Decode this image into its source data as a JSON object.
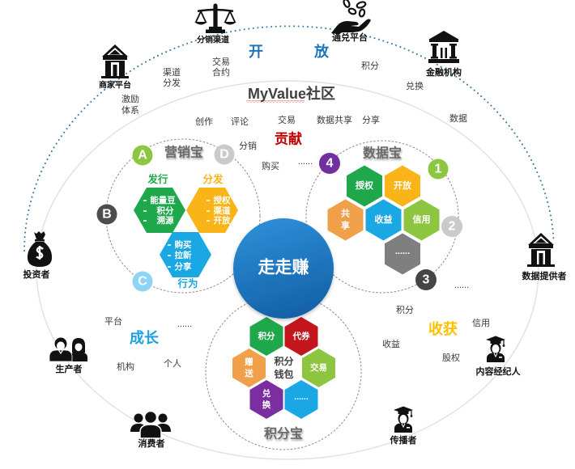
{
  "community": {
    "title": "MyValue社区",
    "core": "走走赚"
  },
  "colors": {
    "open": "#1c75bc",
    "contribution": "#c00000",
    "growth": "#1ba1e2",
    "harvest": "#ffc000",
    "dotted_ring": "#3c78a8"
  },
  "open": {
    "left": "开",
    "right": "放"
  },
  "ecosystem_links": {
    "trade_contract": [
      "交易",
      "合约"
    ],
    "channel_distribution": [
      "渠道",
      "分发"
    ],
    "incentive_system": [
      "激励",
      "体系"
    ],
    "points": "积分",
    "exchange": "兑换",
    "data": "数据"
  },
  "actors": [
    {
      "label": "分销渠道",
      "icon": "scales-icon"
    },
    {
      "label": "通兑平台",
      "icon": "hand-coins-icon"
    },
    {
      "label": "商家平台",
      "icon": "building-icon"
    },
    {
      "label": "金融机构",
      "icon": "bank-icon"
    },
    {
      "label": "投资者",
      "icon": "money-bag-icon"
    },
    {
      "label": "数据提供者",
      "icon": "building-icon"
    },
    {
      "label": "生产者",
      "icon": "couple-icon"
    },
    {
      "label": "消费者",
      "icon": "group-icon"
    },
    {
      "label": "传播者",
      "icon": "graduate-icon"
    },
    {
      "label": "内容经纪人",
      "icon": "graduate-icon"
    }
  ],
  "contribution": {
    "title": "贡献",
    "items": [
      "创作",
      "评论",
      "交易",
      "数据共享",
      "分享",
      "分销",
      "购买",
      "......"
    ]
  },
  "growth": {
    "title": "成长",
    "items": [
      "平台",
      "......",
      "机构",
      "个人"
    ]
  },
  "harvest": {
    "title": "收获",
    "items": [
      "......",
      "积分",
      "信用",
      "收益",
      "股权"
    ]
  },
  "modules": {
    "marketing": {
      "title": "营销宝",
      "badges": [
        {
          "label": "A",
          "color": "#8dc63f"
        },
        {
          "label": "B",
          "color": "#4d4d4d"
        },
        {
          "label": "C",
          "color": "#8fd3f5"
        },
        {
          "label": "D",
          "color": "#c9cacc"
        }
      ],
      "groups": [
        {
          "label": "发行",
          "color": "#1fa84b",
          "items": [
            "能量豆",
            "积分",
            "溯源"
          ]
        },
        {
          "label": "分发",
          "color": "#f9b418",
          "items": [
            "授权",
            "渠道",
            "开放"
          ]
        },
        {
          "label": "行为",
          "color": "#1aa8e5",
          "items": [
            "购买",
            "拉新",
            "分享"
          ]
        }
      ]
    },
    "data": {
      "title": "数据宝",
      "badges": [
        {
          "label": "1",
          "color": "#8dc63f"
        },
        {
          "label": "2",
          "color": "#c9cacc"
        },
        {
          "label": "3",
          "color": "#454545"
        },
        {
          "label": "4",
          "color": "#7030a0"
        }
      ],
      "hexes": [
        {
          "lines": [
            "授权"
          ],
          "color": "#1fa84b"
        },
        {
          "lines": [
            "开放"
          ],
          "color": "#f9b418"
        },
        {
          "lines": [
            "共",
            "享"
          ],
          "color": "#f0a04b"
        },
        {
          "lines": [
            "收益"
          ],
          "color": "#1aa8e5"
        },
        {
          "lines": [
            "信用"
          ],
          "color": "#8dc540"
        },
        {
          "lines": [
            "......"
          ],
          "color": "#7f7f7f"
        }
      ]
    },
    "points": {
      "title": "积分宝",
      "center_lines": [
        "积分",
        "钱包"
      ],
      "hexes": [
        {
          "lines": [
            "积分"
          ],
          "color": "#1fa84b"
        },
        {
          "lines": [
            "代券"
          ],
          "color": "#c3161c"
        },
        {
          "lines": [
            "赠",
            "送"
          ],
          "color": "#f0a04b"
        },
        {
          "lines": [
            "交易"
          ],
          "color": "#8dc540"
        },
        {
          "lines": [
            "兑",
            "换"
          ],
          "color": "#7a2ea0"
        },
        {
          "lines": [
            "......"
          ],
          "color": "#1aa8e5"
        }
      ]
    }
  }
}
